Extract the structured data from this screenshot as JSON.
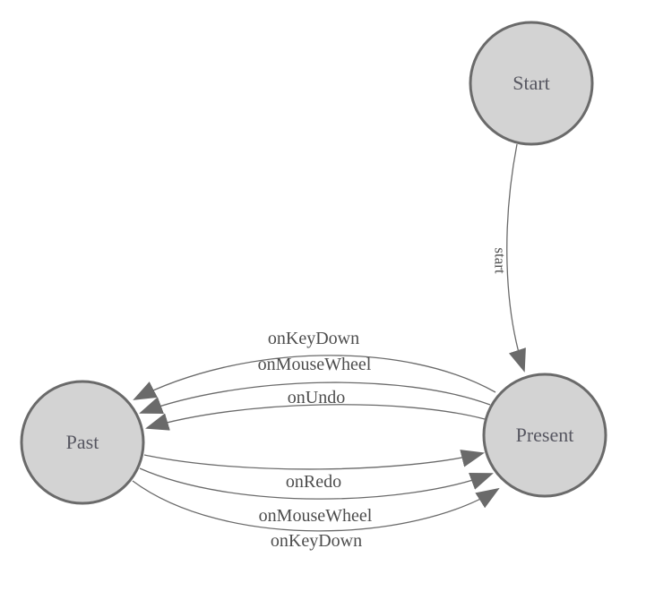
{
  "colors": {
    "background": "#ffffff",
    "node_fill": "#d3d3d3",
    "node_stroke": "#6a6a6a",
    "edge_stroke": "#6a6a6a",
    "arrow_fill": "#6a6a6a",
    "node_label": "#565660",
    "edge_label": "#4d4d4d"
  },
  "icons": {
    "arrowhead": "filled-triangle-right"
  },
  "diagram": {
    "type": "state-machine",
    "nodes": [
      {
        "id": "start",
        "label": "Start"
      },
      {
        "id": "past",
        "label": "Past"
      },
      {
        "id": "present",
        "label": "Present"
      }
    ],
    "edges": [
      {
        "from": "start",
        "to": "present",
        "label": "start"
      },
      {
        "from": "present",
        "to": "past",
        "label": "onKeyDown"
      },
      {
        "from": "present",
        "to": "past",
        "label": "onMouseWheel"
      },
      {
        "from": "present",
        "to": "past",
        "label": "onUndo"
      },
      {
        "from": "past",
        "to": "present",
        "label": "onRedo"
      },
      {
        "from": "past",
        "to": "present",
        "label": "onMouseWheel"
      },
      {
        "from": "past",
        "to": "present",
        "label": "onKeyDown"
      }
    ]
  }
}
